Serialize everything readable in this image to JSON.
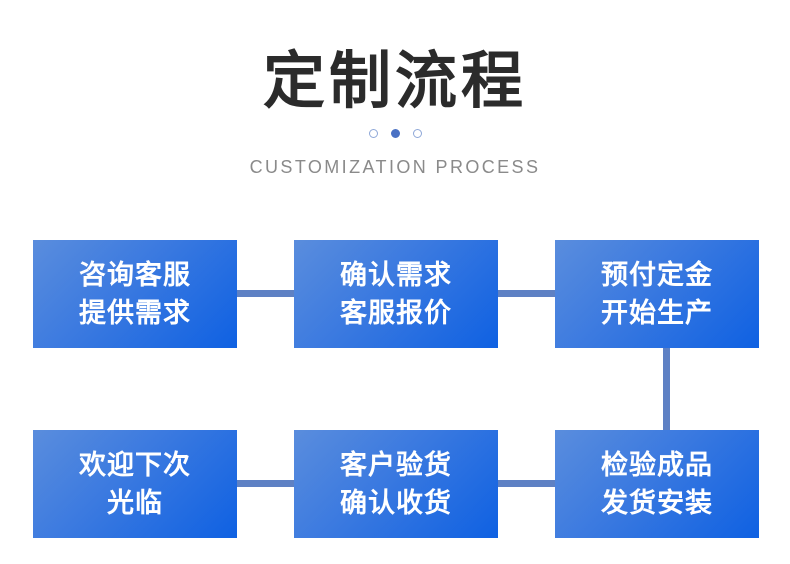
{
  "header": {
    "title": "定制流程",
    "subtitle": "CUSTOMIZATION PROCESS",
    "dots": [
      {
        "state": "hollow"
      },
      {
        "state": "filled"
      },
      {
        "state": "hollow"
      }
    ]
  },
  "colors": {
    "box_gradient_start": "#5a8ddd",
    "box_gradient_end": "#0f61e2",
    "connector": "#5e81c4",
    "dot_active": "#4a71c4",
    "dot_inactive": "#8fa8d8",
    "title_text": "#2b2b2b",
    "subtitle_text": "#8a8a8a",
    "box_text": "#ffffff"
  },
  "flow": {
    "steps": [
      {
        "id": "step-1",
        "line1": "咨询客服",
        "line2": "提供需求"
      },
      {
        "id": "step-2",
        "line1": "确认需求",
        "line2": "客服报价"
      },
      {
        "id": "step-3",
        "line1": "预付定金",
        "line2": "开始生产"
      },
      {
        "id": "step-6",
        "line1": "欢迎下次",
        "line2": "光临"
      },
      {
        "id": "step-5",
        "line1": "客户验货",
        "line2": "确认收货"
      },
      {
        "id": "step-4",
        "line1": "检验成品",
        "line2": "发货安装"
      }
    ]
  }
}
